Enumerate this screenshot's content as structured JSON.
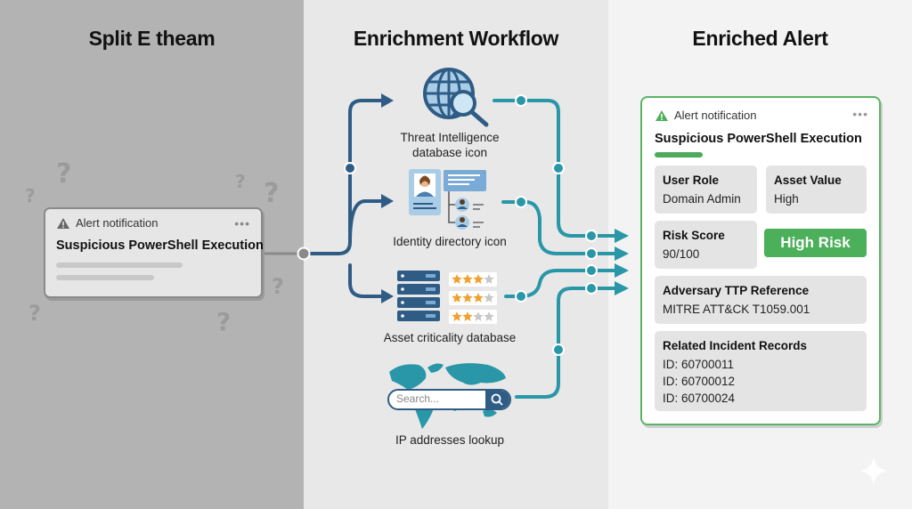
{
  "panels": {
    "left": {
      "title": "Split E theam"
    },
    "middle": {
      "title": "Enrichment Workflow"
    },
    "right": {
      "title": "Enriched Alert"
    }
  },
  "original_alert": {
    "header": "Alert notification",
    "icon": "warning-icon",
    "title": "Suspicious PowerShell Execution",
    "menu_icon": "more-horizontal-icon"
  },
  "sources": [
    {
      "name": "threat-intel",
      "label_line1": "Threat Intelligence",
      "label_line2": "database icon",
      "icon": "globe-search-icon"
    },
    {
      "name": "identity",
      "label_line1": "Identity directory icon",
      "icon": "id-card-org-icon"
    },
    {
      "name": "asset",
      "label_line1": "Asset criticality database",
      "icon": "server-rating-icon",
      "ratings": [
        3,
        3,
        2
      ],
      "rating_max": 4
    },
    {
      "name": "ip-lookup",
      "label_line1": "IP addresses lookup",
      "icon": "world-map-icon",
      "search_placeholder": "Search..."
    }
  ],
  "enriched_alert": {
    "header": "Alert notification",
    "title": "Suspicious PowerShell Execution",
    "fields": {
      "user_role": {
        "label": "User Role",
        "value": "Domain Admin"
      },
      "asset_value": {
        "label": "Asset Value",
        "value": "High"
      },
      "risk_score": {
        "label": "Risk Score",
        "value": "90/100"
      },
      "risk_badge": "High Risk",
      "ttp": {
        "label": "Adversary TTP Reference",
        "value": "MITRE ATT&CK T1059.001"
      },
      "incidents": {
        "label": "Related Incident Records",
        "ids": [
          "ID: 60700011",
          "ID: 60700012",
          "ID: 60700024"
        ]
      }
    }
  },
  "colors": {
    "inbound_wire": "#2f5c85",
    "outbound_wire": "#2a97a8",
    "enriched_border": "#5ab466",
    "risk_badge": "#4caf5a",
    "star": "#f0a030"
  }
}
